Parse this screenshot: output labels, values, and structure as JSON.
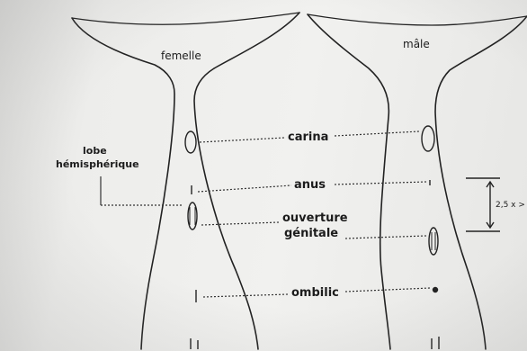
{
  "labels": {
    "female": "femelle",
    "male": "mâle",
    "lobe_line1": "lobe",
    "lobe_line2": "hémisphérique",
    "carina": "carina",
    "anus": "anus",
    "genital_line1": "ouverture",
    "genital_line2": "génitale",
    "umbilicus": "ombilic",
    "ratio": "2,5 x >"
  }
}
